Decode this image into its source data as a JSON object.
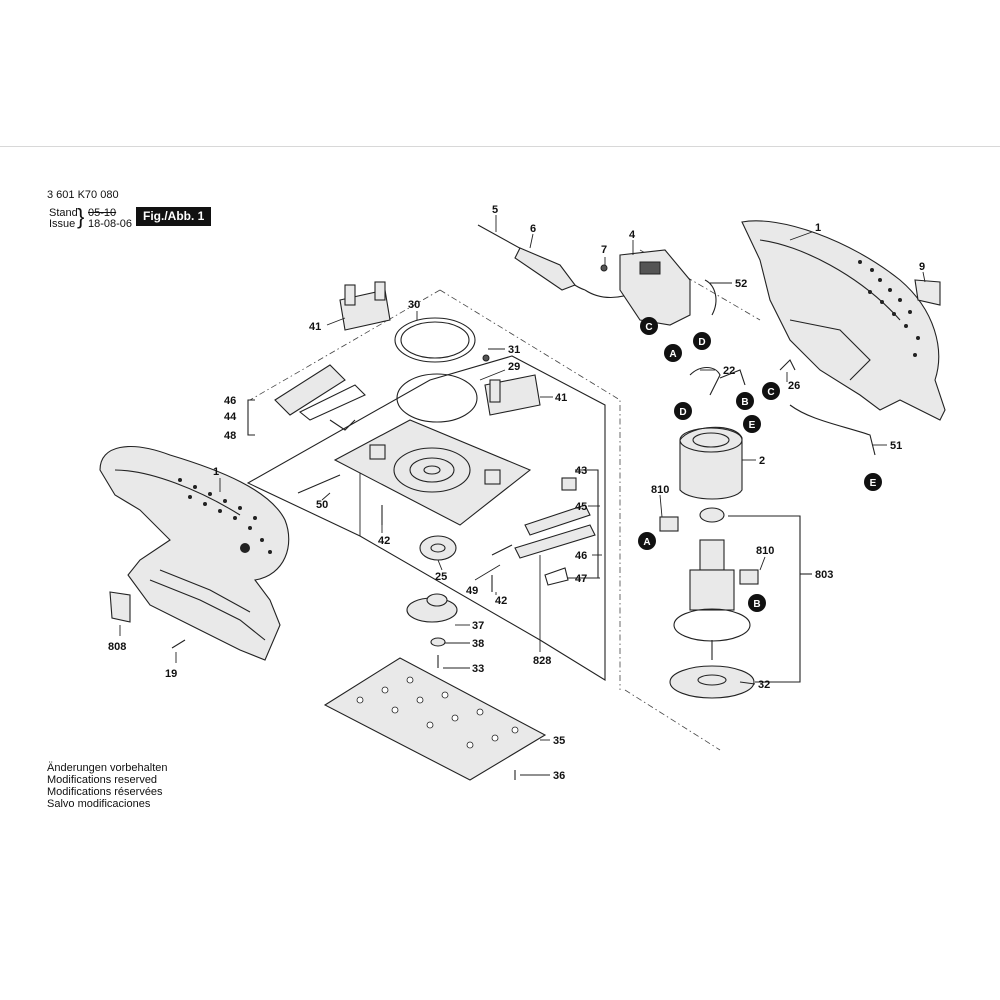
{
  "header": {
    "part_number": "3 601 K70 080",
    "stand_label": "Stand",
    "issue_label": "Issue",
    "stand_value": "05-10",
    "issue_value": "18-08-06",
    "figure_label": "Fig./Abb. 1"
  },
  "notes": [
    "Änderungen vorbehalten",
    "Modifications reserved",
    "Modifications réservées",
    "Salvo modificaciones"
  ],
  "labels": {
    "p1_top": "1",
    "p1_left": "1",
    "p2": "2",
    "p4": "4",
    "p5": "5",
    "p6": "6",
    "p7": "7",
    "p9": "9",
    "p19": "19",
    "p22": "22",
    "p25": "25",
    "p26": "26",
    "p29": "29",
    "p30": "30",
    "p31": "31",
    "p32": "32",
    "p33": "33",
    "p35": "35",
    "p36": "36",
    "p37": "37",
    "p38": "38",
    "p41a": "41",
    "p41b": "41",
    "p42a": "42",
    "p42b": "42",
    "p43": "43",
    "p44": "44",
    "p45": "45",
    "p46a": "46",
    "p46b": "46",
    "p47": "47",
    "p48": "48",
    "p49": "49",
    "p50": "50",
    "p51": "51",
    "p52": "52",
    "p803": "803",
    "p808": "808",
    "p810a": "810",
    "p810b": "810",
    "p828": "828"
  },
  "refs": {
    "A": "A",
    "B": "B",
    "C": "C",
    "D": "D",
    "E": "E"
  }
}
